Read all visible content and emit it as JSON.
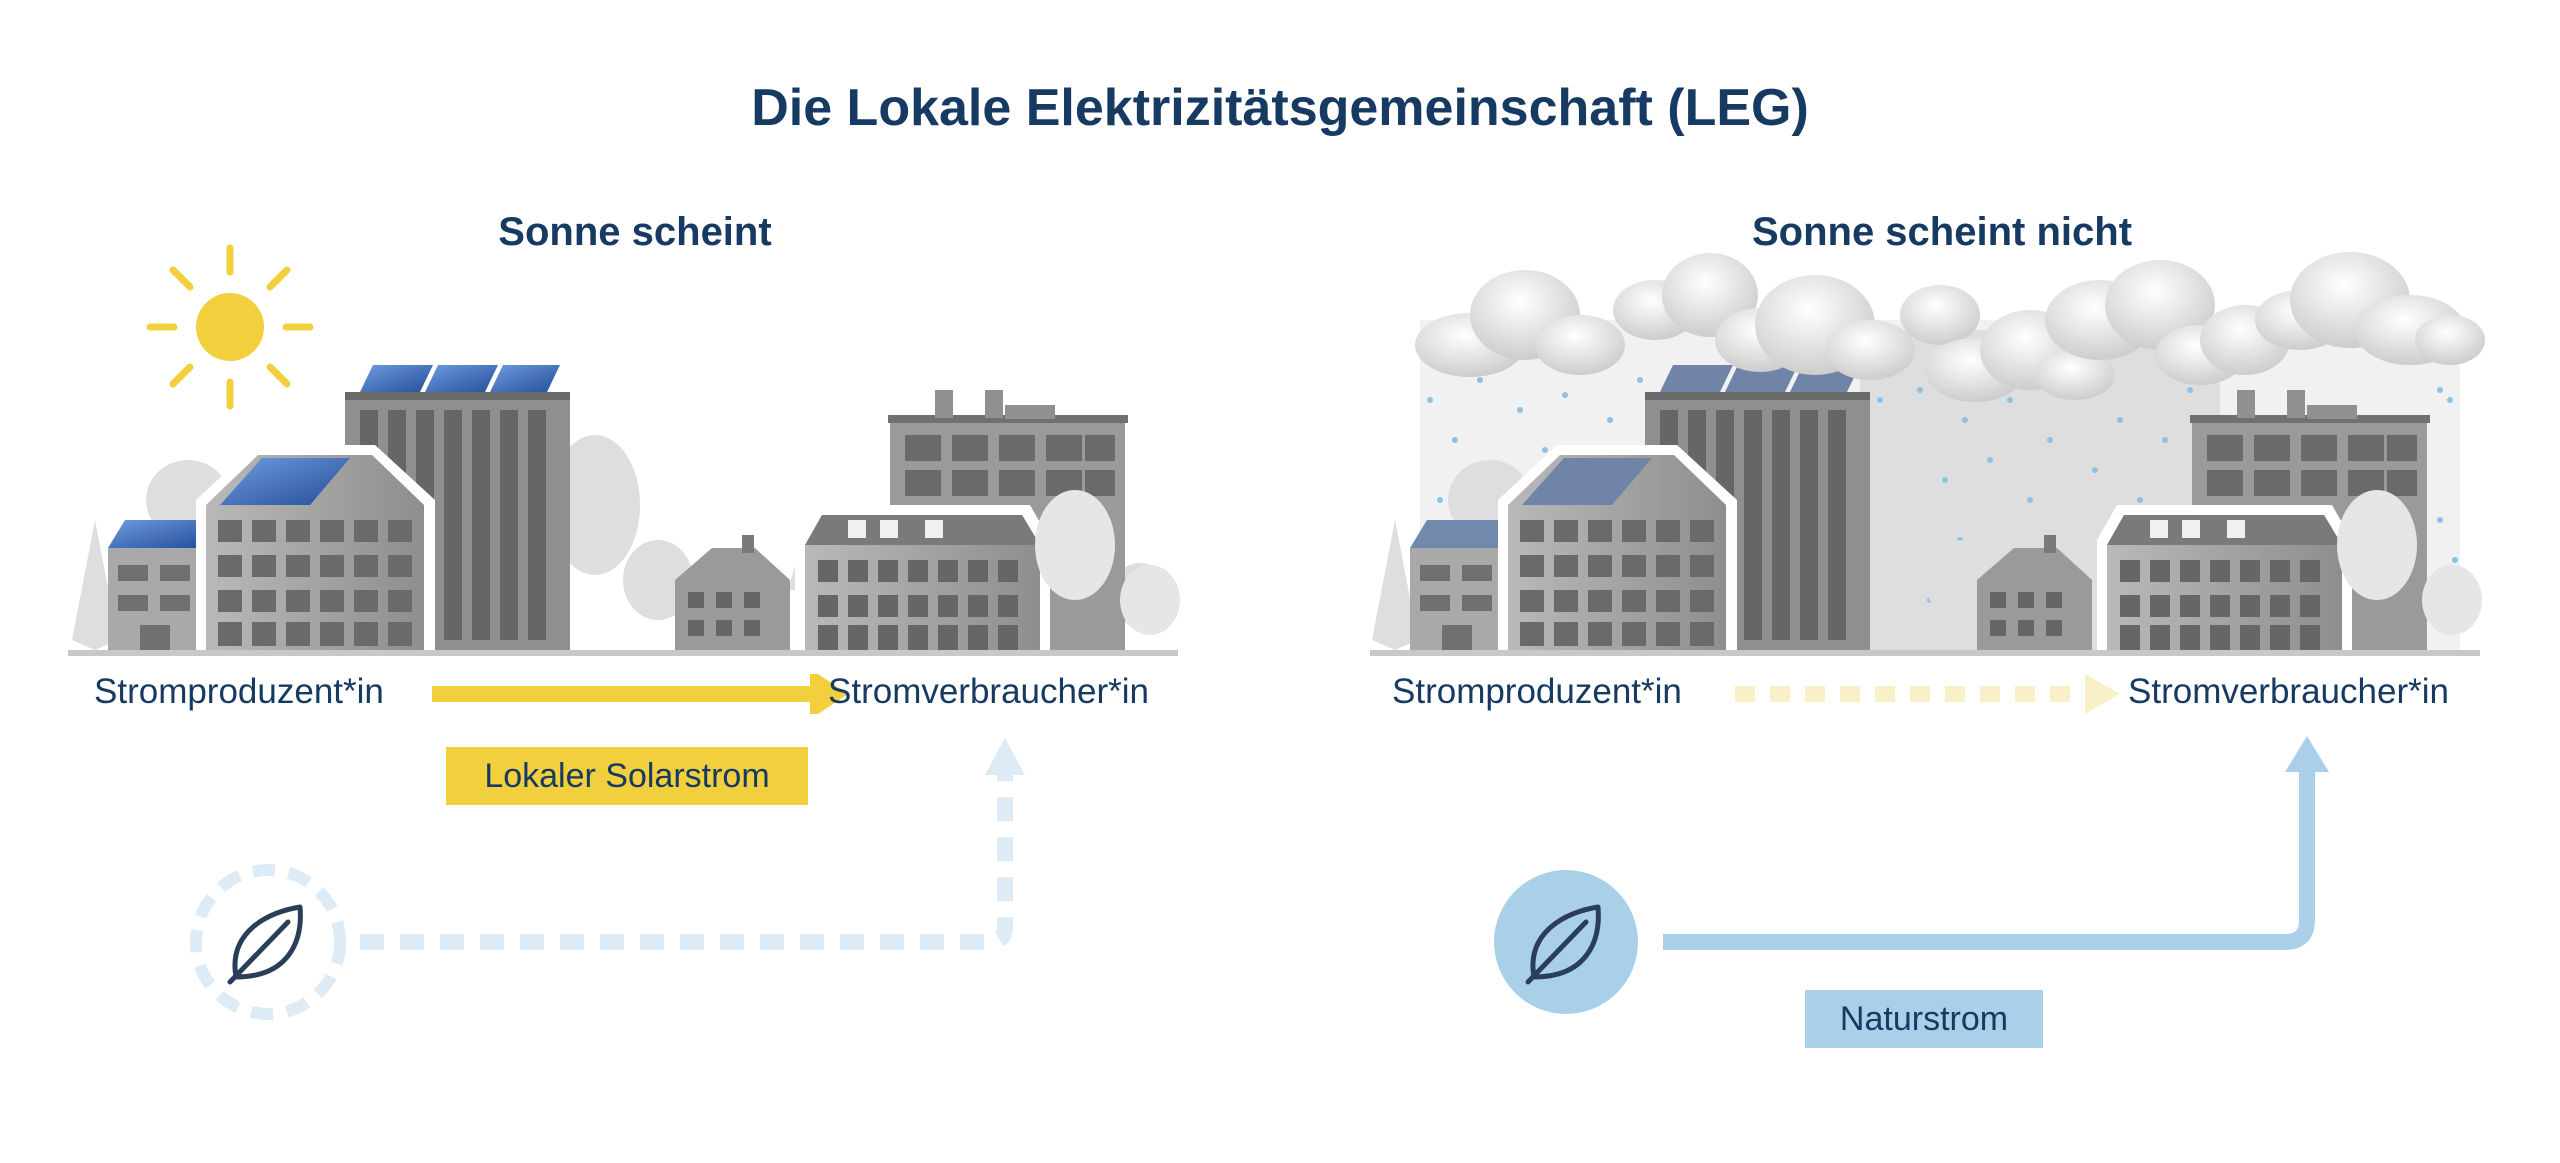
{
  "title": "Die Lokale Elektrizitätsgemeinschaft (LEG)",
  "scenes": {
    "sunny": {
      "subtitle": "Sonne scheint",
      "producer": "Stromproduzent*in",
      "consumer": "Stromverbraucher*in",
      "flow_label": "Lokaler Solarstrom",
      "active_flow": "solar"
    },
    "cloudy": {
      "subtitle": "Sonne scheint nicht",
      "producer": "Stromproduzent*in",
      "consumer": "Stromverbraucher*in",
      "flow_label": "Naturstrom",
      "active_flow": "nature"
    }
  },
  "colors": {
    "title": "#163a62",
    "solar": "#f2cf3d",
    "nature": "#aad0e9",
    "building": "#9a9a9a",
    "panel": "#3d6fb8"
  },
  "icons": [
    "sun-icon",
    "cloud-icon",
    "rain-icon",
    "leaf-icon",
    "solar-panel-icon",
    "building-icon",
    "tree-icon"
  ]
}
